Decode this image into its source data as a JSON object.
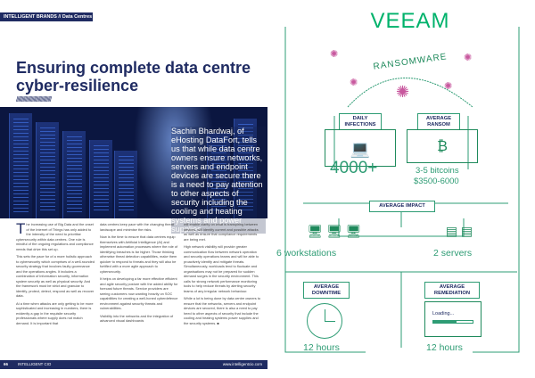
{
  "left_page": {
    "section_label": "INTELLIGENT BRANDS // Data Centres",
    "title": "Ensuring complete data centre cyber-resilience",
    "slash_rule": "////////////////////////////////",
    "hero_quote": "Sachin Bhardwaj, of eHosting DataFort, tells us that while data centre owners ensure networks, servers and endpoint devices are secure there is a need to pay attention to other aspects of security including the cooling and heating systems and power supplies.",
    "columns": [
      {
        "dropcap": "T",
        "paragraphs": [
          "he increasing use of Big Data and the onset of the Internet of Things has only added to the intensity of the need to prioritise cybersecurity within data centres. One rule is mindful of the ongoing regulations and compliance needs that drive this set up.",
          "This sets the pace for of a more holistic approach to cybersecurity which comprises of a well-rounded security strategy that involves faulty governance and the operations angles. It includes a combination of information security, information system security as well as physical security. And the framework must be strict and granular to identify, protect, detect, respond as well as recover data.",
          "At a time when attacks are only getting to be more sophisticated and increasing in numbers, there is evidently a gap in the requisite security professionals where supply does not match demand. It is important that"
        ]
      },
      {
        "paragraphs": [
          "data centres keep pace with the changing threat landscape and minimise the risks.",
          "Now is the time to ensure that data centres equip themselves with Artificial Intelligence (AI) and implement automation processes where the role of identifying breaches is far higher. Those thinking otherwise threat detection capabilities, make them quicker to respond to threats and they will also be fortified with a more agile approach to cybersecurity.",
          "It helps on developing a far more effective efficient and agile security posture with the added ability for forecast future threats. Service providers are seeing customers now wanting heavily on SOC capabilities for creating a well-honed cyberdefence environment against security threats and vulnerabilities.",
          "Visibility into the networks and the integration of advanced visual dashboards"
        ]
      },
      {
        "paragraphs": [
          "will enable clarity on what is transpiring between devices, will identify current and possible attacks as well as ensure that compliance requirements are being met.",
          "High network visibility will provide greater communication flow between network operation and security operations teams and will be able to proactively identify and mitigate threats. Simultaneously, workloads tend to fluctuate and organisations may not be prepared for sudden demand surges in the security environment. This calls for strong network performance monitoring tools to help reduce threats by alerting security teams of any irregular network behaviour.",
          "While a lot is being done by data centre owners to ensure that the networks, servers and endpoint devices are secured, there is also a need to pay heed to other aspects of security that include the cooling and heating systems power supplies and the security systems. ■"
        ]
      }
    ],
    "footer": {
      "page_number": "66",
      "magazine": "INTELLIGENT CIO",
      "url": "www.intelligentcio.com"
    }
  },
  "right_page": {
    "logo": "VEEAM",
    "ransomware_label": "RANSOMWARE",
    "daily_infections_label": "DAILY INFECTIONS",
    "average_ransom_label": "AVERAGE RANSOM",
    "daily_infections_value": "4000+",
    "average_ransom_value": "3-5 bitcoins",
    "average_ransom_usd": "$3500-6000",
    "average_impact_label": "AVERAGE IMPACT",
    "workstations_value": "6 workstations",
    "servers_value": "2 servers",
    "average_downtime_label": "AVERAGE DOWNTIME",
    "average_remediation_label": "AVERAGE REMEDIATION",
    "loading_label": "Loading...",
    "downtime_value": "12 hours",
    "remediation_value": "12 hours",
    "colors": {
      "green": "#2e9c74",
      "navy": "#1f2b62",
      "magenta": "#c8589e",
      "logo_green": "#00b26b"
    }
  }
}
